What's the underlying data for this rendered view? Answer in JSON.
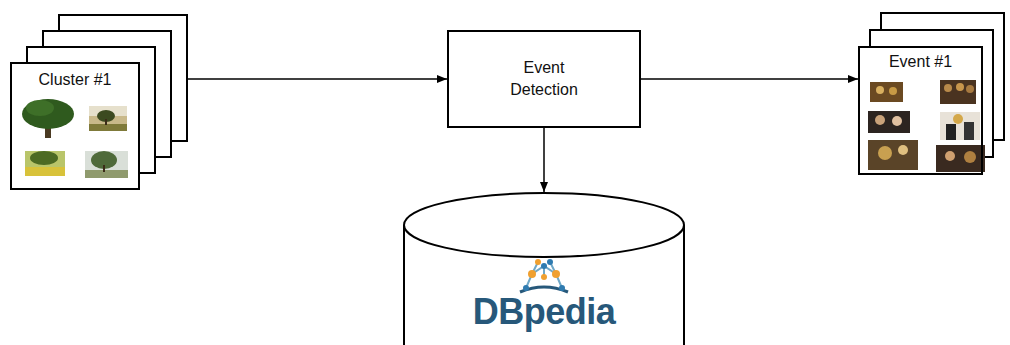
{
  "diagram": {
    "nodes": [
      {
        "text": [
          "Cluster #1"
        ]
      },
      {
        "text": [
          "Event Detection"
        ]
      },
      {
        "text": [
          "Event #1"
        ]
      },
      {
        "text": [
          "DBpedia"
        ]
      }
    ],
    "edges": [
      {
        "from": 0,
        "to": 1,
        "arrow": "to"
      },
      {
        "from": 1,
        "to": 2,
        "arrow": "to"
      },
      {
        "from": 1,
        "to": 3,
        "arrow": "to"
      }
    ]
  }
}
